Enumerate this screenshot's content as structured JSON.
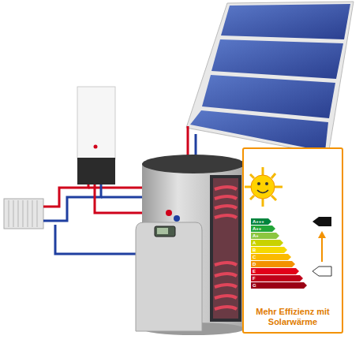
{
  "diagram": {
    "nodes": [
      {
        "text": [
          "Mehr Effizienz mit Solarwärme"
        ]
      }
    ],
    "labels": [
      "A+++",
      "A++",
      "A+",
      "A",
      "B",
      "C",
      "D",
      "E",
      "F",
      "G"
    ]
  }
}
